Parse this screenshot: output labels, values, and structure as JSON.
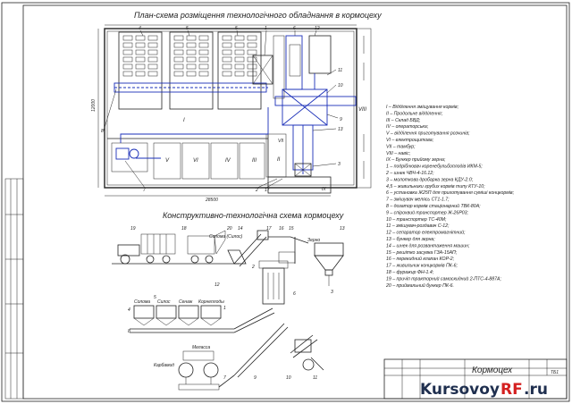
{
  "drawing": {
    "plan_title": "План-схема розміщення технологічного обладнання в кормоцеху",
    "scheme_title": "Конструктивно-технологічна схема кормоцеху",
    "stamp_title": "Кормоцех",
    "sheet_code": "ТБ1",
    "dim_width": "28500",
    "dim_height": "12000",
    "rooms": {
      "r1": "I",
      "r2": "II",
      "r3": "III",
      "r4": "IV",
      "r5": "V",
      "r6": "VI",
      "r7": "VII",
      "r8": "VIII",
      "r9": "IX"
    },
    "plan_numbers": {
      "n4": "4",
      "n5a": "5",
      "n5b": "5",
      "n1": "1",
      "n6": "6",
      "n12": "12",
      "n11": "11",
      "n10": "10",
      "n8": "8",
      "n9": "9",
      "n13": "13",
      "n3": "3",
      "n7": "7",
      "n2": "2",
      "n17": "17"
    },
    "scheme_labels": {
      "solomа_silos": "Солома (Силос)",
      "zerno": "Зерно",
      "solomа": "Солома",
      "silos": "Силос",
      "sinazh": "Сенаж",
      "korneplody": "Корнеплоды",
      "melassa": "Меласса",
      "karbamid": "Карбамид"
    },
    "scheme_numbers": {
      "s19": "19",
      "s18": "18",
      "s20": "20",
      "s14": "14",
      "s17": "17",
      "s16": "16",
      "s15": "15",
      "s13": "13",
      "s4": "4",
      "s5": "5",
      "s6": "6",
      "s12": "12",
      "s2": "2",
      "s3": "3",
      "s1": "1",
      "s8": "8",
      "s7": "7",
      "s9": "9",
      "s10": "10",
      "s11": "11"
    },
    "legend": [
      "I – Відділення зміщування кормів;",
      "II – Продольне відділення;",
      "III – Склад БВД;",
      "IV – операторська;",
      "V – відділення приготування розчинів;",
      "VI – електрощитова;",
      "VII – тамбур;",
      "VIII – навіс;",
      "IX – Бункер прийому зерна;",
      "1 – подрібнювач коренебульбоплодів ИКМ-5;",
      "2 – шнек ЧВЧ-4-16.12;",
      "3 – молоткова дробарка зерна КДУ-2.0;",
      "4,5 – живильники грубих кормів типу КТУ-10;",
      "6 – установка Ж25П для приготування суміші концкормів;",
      "7 – змішувач мелясь СТ1-1.7;",
      "8 – дозатор кормів стаціонарний ТВК-80А;",
      "9 – спірохвий транспортер Ж-26Р03;",
      "10 – транспортер ТС-40М;",
      "11 – змішувач-роздавач С-12;",
      "12 – сепаратор електромагнітний;",
      "13 – бункер для зерна;",
      "14 – шнек для розвантаження машин;",
      "15 – решітко засувка ГЗА-15АП;",
      "16 – перекидний клапан КОР-2;",
      "17 – живильник концкормів ПК-6;",
      "18 – фуражир ФН-1.4;",
      "19 – причіп тракторний самоскидний 2-ПТС-4-887А;",
      "20 – приймальний бункер ПК-6."
    ],
    "watermark": {
      "part1": "Kursovoy",
      "part2": "RF",
      "part3": ".ru"
    },
    "colors": {
      "line": "#222222",
      "blue": "#1a2fb8",
      "watermark_blue": "#1f2f4f",
      "watermark_red": "#d42020"
    }
  }
}
